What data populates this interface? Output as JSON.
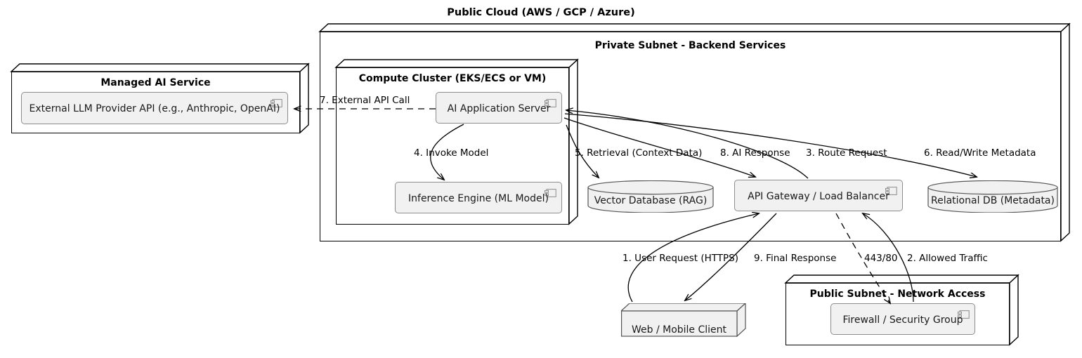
{
  "diagram": {
    "title": "Public Cloud (AWS / GCP / Azure)",
    "style": {
      "component_fill": "#f1f1f1",
      "component_stroke": "#8c8c8c",
      "node_stroke": "#000000",
      "background": "#ffffff",
      "line": "#000000"
    }
  },
  "nodes": {
    "managed_ai_service": {
      "title": "Managed AI Service",
      "component": {
        "label": "External LLM Provider API (e.g., Anthropic, OpenAI)",
        "icon": "component-icon"
      }
    },
    "private_subnet": {
      "title": "Private Subnet - Backend Services"
    },
    "compute_cluster": {
      "title": "Compute Cluster (EKS/ECS or VM)",
      "components": [
        {
          "label": "AI Application Server",
          "icon": "component-icon"
        },
        {
          "label": "Inference Engine (ML Model)",
          "icon": "component-icon"
        }
      ]
    },
    "public_subnet": {
      "title": "Public Subnet - Network Access",
      "component": {
        "label": "Firewall / Security Group",
        "icon": "component-icon"
      }
    },
    "vector_database": {
      "label": "Vector Database (RAG)",
      "shape": "cylinder"
    },
    "relational_db": {
      "label": "Relational DB (Metadata)",
      "shape": "cylinder"
    },
    "api_gateway": {
      "label": "API Gateway / Load Balancer",
      "icon": "component-icon"
    },
    "web_mobile_client": {
      "label": "Web / Mobile Client",
      "shape": "node-3d"
    }
  },
  "edges": [
    {
      "id": 1,
      "label": "1. User Request (HTTPS)",
      "from": "web_mobile_client",
      "to": "api_gateway",
      "style": "solid"
    },
    {
      "id": 2,
      "label": "2. Allowed Traffic",
      "from": "firewall",
      "to": "api_gateway",
      "style": "solid"
    },
    {
      "id": 3,
      "label": "3. Route Request",
      "from": "api_gateway",
      "to": "ai_application_server",
      "style": "solid"
    },
    {
      "id": 4,
      "label": "4. Invoke Model",
      "from": "ai_application_server",
      "to": "inference_engine",
      "style": "solid"
    },
    {
      "id": 5,
      "label": "5. Retrieval (Context Data)",
      "from": "ai_application_server",
      "to": "vector_database",
      "style": "solid"
    },
    {
      "id": 6,
      "label": "6. Read/Write Metadata",
      "from": "ai_application_server",
      "to": "relational_db",
      "style": "solid"
    },
    {
      "id": 7,
      "label": "7. External API Call",
      "from": "ai_application_server",
      "to": "external_llm_provider_api",
      "style": "dashed"
    },
    {
      "id": 8,
      "label": "8. AI Response",
      "from": "ai_application_server",
      "to": "api_gateway",
      "style": "solid"
    },
    {
      "id": 9,
      "label": "9. Final Response",
      "from": "api_gateway",
      "to": "web_mobile_client",
      "style": "solid"
    },
    {
      "id": 10,
      "label": "443/80",
      "from": "api_gateway",
      "to": "firewall",
      "style": "dashed"
    }
  ]
}
